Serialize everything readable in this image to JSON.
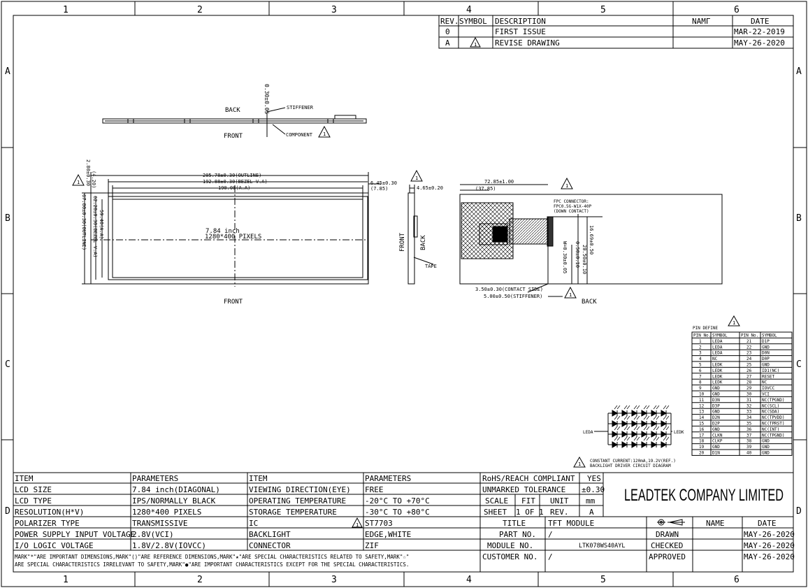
{
  "zones": {
    "columns": [
      "1",
      "2",
      "3",
      "4",
      "5",
      "6"
    ],
    "rows": [
      "A",
      "B",
      "C",
      "D"
    ]
  },
  "revision_block": {
    "headers": {
      "rev": "REV.",
      "symbol": "SYMBOL",
      "description": "DESCRIPTION",
      "name": "NAMΓ",
      "date": "DATE"
    },
    "rows": [
      {
        "rev": "0",
        "symbol": "",
        "description": "FIRST ISSUE",
        "name": "",
        "date": "MAR-22-2019"
      },
      {
        "rev": "A",
        "symbol": "1",
        "description": "REVISE DRAWING",
        "name": "",
        "date": "MAY-26-2020"
      }
    ]
  },
  "side_view": {
    "back_label": "BACK",
    "front_label": "FRONT",
    "stiffener_label": "STIFFENER",
    "component_label": "COMPONENT",
    "thickness_dim": "0.30±0.05",
    "revision_mark": "1"
  },
  "front_view": {
    "outline_width": "205.78±0.30(OUTLINE)",
    "bezel_width": "192.88±0.30(BEZEL V.A)",
    "aa_width": "190.08(A.A)",
    "right_offset": "6.45±0.30",
    "right_offset_ref": "(7.85)",
    "left_top_offset": "2.80±0.30",
    "left_top_offset_ref": "(4.20)",
    "aa_height": "59.40(A.A)",
    "bezel_height": "62.20±0.30(BEZEL V.A)",
    "outline_height": "67.80±0.30(OUTLINE)",
    "size_text": "7.84 inch",
    "pixels_text": "1280*400 PIXELS",
    "front_label": "FRONT",
    "revision_mark": "1"
  },
  "edge_view": {
    "thickness": "4.65±0.20",
    "front_label": "FRONT",
    "back_label": "BACK",
    "tape_label": "TAPE",
    "revision_mark": "1"
  },
  "back_view": {
    "fpc_offset": "72.85±1.00",
    "fpc_offset_ref": "(37.85)",
    "connector_line1": "FPC CONNECTOR:",
    "connector_line2": "FPC0.5G-W1X-40P",
    "connector_line3": "(DOWN CONTACT)",
    "dim_right": "16.69±0.50",
    "dim_width": "20.50±0.10",
    "dim_pitch": "0.50±0.10",
    "dim_w": "W=0.30±0.05",
    "contact_side": "3.50±0.30(CONTACT SIDE)",
    "stiffener": "5.00±0.50(STIFFENER)",
    "back_label": "BACK",
    "revision_mark": "1"
  },
  "pin_define": {
    "title": "PIN DEFINE",
    "headers": [
      "PIN No.",
      "SYMBOL",
      "PIN No.",
      "SYMBOL"
    ],
    "rows": [
      [
        "1",
        "LEDA",
        "21",
        "D1P"
      ],
      [
        "2",
        "LEDA",
        "22",
        "GND"
      ],
      [
        "3",
        "LEDA",
        "23",
        "D0N"
      ],
      [
        "4",
        "NC",
        "24",
        "D0P"
      ],
      [
        "5",
        "LEDK",
        "25",
        "GND"
      ],
      [
        "6",
        "LEDK",
        "26",
        "ID1(NC)"
      ],
      [
        "7",
        "LEDK",
        "27",
        "RESET"
      ],
      [
        "8",
        "LEDK",
        "28",
        "NC"
      ],
      [
        "9",
        "GND",
        "29",
        "IOVCC"
      ],
      [
        "10",
        "GND",
        "30",
        "VCI"
      ],
      [
        "11",
        "D3N",
        "31",
        "NC(TPGND)"
      ],
      [
        "12",
        "D3P",
        "32",
        "NC(SCL)"
      ],
      [
        "13",
        "GND",
        "33",
        "NC(SDA)"
      ],
      [
        "14",
        "D2N",
        "34",
        "NC(TPVDD)"
      ],
      [
        "15",
        "D2P",
        "35",
        "NC(TPRST)"
      ],
      [
        "16",
        "GND",
        "36",
        "NC(INT)"
      ],
      [
        "17",
        "CLKN",
        "37",
        "NC(TPGND)"
      ],
      [
        "18",
        "CLKP",
        "38",
        "GND"
      ],
      [
        "19",
        "GND",
        "39",
        "GND"
      ],
      [
        "20",
        "D1N",
        "40",
        "GND"
      ]
    ]
  },
  "backlight": {
    "leda": "LEDA",
    "ledk": "LEDK",
    "note1": "CONSTANT CURRENT:120mA,19.2V(REF.)",
    "note2": "BACKLIGHT DRIVER CIRCUIT DIAGRAM"
  },
  "spec_table": {
    "headers": [
      "ITEM",
      "PARAMETERS",
      "ITEM",
      "PARAMETERS"
    ],
    "rows": [
      [
        "LCD SIZE",
        "7.84 inch(DIAGONAL)",
        "VIEWING DIRECTION(EYE)",
        "FREE"
      ],
      [
        "LCD TYPE",
        "IPS/NORMALLY BLACK",
        "OPERATING TEMPERATURE",
        "-20°C TO +70°C"
      ],
      [
        "RESOLUTION(H*V)",
        "1280*400 PIXELS",
        "STORAGE TEMPERATURE",
        "-30°C TO +80°C"
      ],
      [
        "POLARIZER TYPE",
        "TRANSMISSIVE",
        "IC",
        "ST7703"
      ],
      [
        "POWER SUPPLY INPUT VOLTAGE",
        "2.8V(VCI)",
        "BACKLIGHT",
        "EDGE,WHITE"
      ],
      [
        "I/O LOGIC  VOLTAGE",
        "1.8V/2.8V(IOVCC)",
        "CONNECTOR",
        "ZIF"
      ]
    ],
    "note_line1": "MARK\"*\"ARE IMPORTANT DIMENSIONS,MARK\"()\"ARE REFERENCE DIMENSIONS,MARK\"★\"ARE SPECIAL CHARACTERISTICS RELATED TO SAFETY,MARK\"☆\"",
    "note_line2": "ARE SPECIAL CHARACTERISTICS IRRELEVANT TO SAFETY,MARK\"●\"ARE IMPORTANT CHARACTERISTICS EXCEPT FOR THE SPECIAL CHARACTERISTICS."
  },
  "title_block": {
    "rohs": "RoHS/REACH COMPLIANT",
    "rohs_value": "YES",
    "tolerance": "UNMARKED TOLERANCE",
    "tolerance_value": "±0.30",
    "scale": "SCALE",
    "scale_value": "FIT",
    "unit": "UNIT",
    "unit_value": "mm",
    "sheet": "SHEET",
    "sheet_value": "1 OF 1",
    "rev": "REV.",
    "rev_value": "A",
    "company": "LEADTEK COMPANY LIMITED",
    "title": "TITLE",
    "title_value": "TFT MODULE",
    "part_no": "PART NO.",
    "part_no_value": "/",
    "module_no": "MODULE NO.",
    "module_no_value": "LTK078WS40AYL",
    "customer_no": "CUSTOMER NO.",
    "customer_no_value": "/",
    "name_header": "NAME",
    "date_header": "DATE",
    "drawn": "DRAWN",
    "drawn_date": "MAY-26-2020",
    "checked": "CHECKED",
    "checked_date": "MAY-26-2020",
    "approved": "APPROVED",
    "approved_date": "MAY-26-2020",
    "spec_mark": "1"
  }
}
